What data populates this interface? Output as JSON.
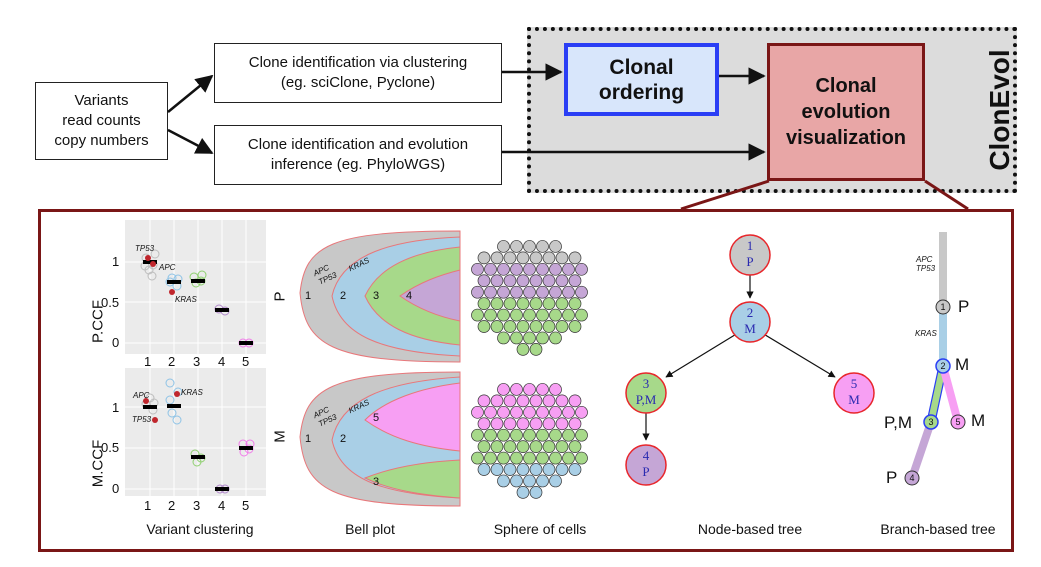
{
  "pipeline": {
    "inputs": "Variants\nread counts\ncopy numbers",
    "cluster_box": "Clone identification via clustering\n(eg. sciClone, Pyclone)",
    "phylo_box": "Clone identification and evolution\ninference (eg. PhyloWGS)",
    "ordering_box": "Clonal\nordering",
    "evolution_box": "Clonal\nevolution\nvisualization",
    "tool_name": "ClonEvol"
  },
  "variant_clustering": {
    "caption": "Variant clustering",
    "x_ticks": [
      "1",
      "2",
      "3",
      "4",
      "5"
    ],
    "y_ticks": [
      "1",
      "0.5",
      "0"
    ],
    "plots": [
      {
        "ylabel": "P.CCF",
        "means": [
          1.0,
          0.75,
          0.78,
          0.4,
          0.0
        ],
        "annotations": [
          "TP53",
          "APC",
          "KRAS"
        ]
      },
      {
        "ylabel": "M.CCF",
        "means": [
          1.0,
          1.02,
          0.39,
          0.0,
          0.5
        ],
        "annotations": [
          "APC",
          "KRAS",
          "TP53"
        ]
      }
    ]
  },
  "bell_plot": {
    "caption": "Bell plot",
    "samples": [
      {
        "label": "P",
        "clones": [
          "1",
          "2",
          "3",
          "4"
        ],
        "genes": [
          "APC",
          "TP53",
          "KRAS"
        ]
      },
      {
        "label": "M",
        "clones": [
          "1",
          "2",
          "5",
          "3"
        ],
        "genes": [
          "APC",
          "TP53",
          "KRAS"
        ]
      }
    ]
  },
  "sphere_of_cells": {
    "caption": "Sphere of cells"
  },
  "node_tree": {
    "caption": "Node-based tree",
    "nodes": [
      {
        "id": "1",
        "samples": "P"
      },
      {
        "id": "2",
        "samples": "M"
      },
      {
        "id": "3",
        "samples": "P,M"
      },
      {
        "id": "5",
        "samples": "M"
      },
      {
        "id": "4",
        "samples": "P"
      }
    ]
  },
  "branch_tree": {
    "caption": "Branch-based tree",
    "genes": [
      "APC",
      "TP53",
      "KRAS"
    ],
    "nodes": [
      {
        "id": "1",
        "samples": "P"
      },
      {
        "id": "2",
        "samples": "M"
      },
      {
        "id": "3",
        "samples": "P,M"
      },
      {
        "id": "5",
        "samples": "M"
      },
      {
        "id": "4",
        "samples": "P"
      }
    ]
  },
  "colors": {
    "clone1": "#c8c8c8",
    "clone2": "#a9cfe6",
    "clone3": "#a7d98a",
    "clone4": "#c5a6d6",
    "clone5": "#f79ff3",
    "node_border": "#e8262b",
    "ordering_border": "#2a3ef5",
    "evolution_fill": "#e8a6a6",
    "panel_border": "#7a1616"
  }
}
